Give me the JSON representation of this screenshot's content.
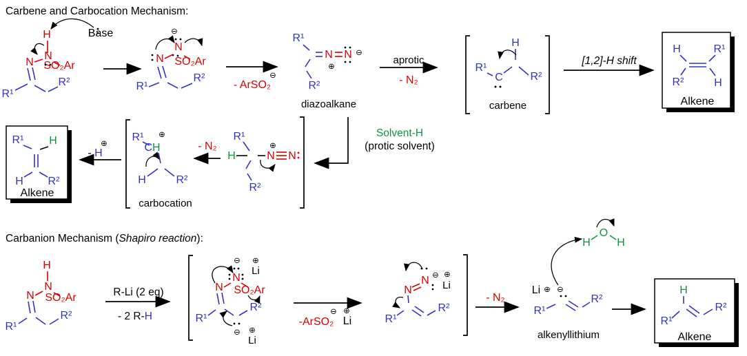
{
  "colors": {
    "red": "#db0000",
    "blue": "#3232c8",
    "green": "#0f9343",
    "black": "#000000"
  },
  "text": {
    "title_top": "Carbene and Carbocation Mechanism:",
    "title_b1": "Carbanion Mechanism (",
    "title_b2": "Shapiro reaction",
    "title_b3": "):",
    "base": "Base",
    "atom_h": "H",
    "atom_n": "N",
    "atom_c": "C",
    "atom_o": "O",
    "atom_li": "Li",
    "r1": "R¹",
    "r2": "R²",
    "so2ar": "SO₂Ar",
    "chg_minus": "⊖",
    "chg_plus": "⊕",
    "arrow_minus_arso2": "- ArSO₂",
    "aprotic": "aprotic",
    "minus_n2": "- N₂",
    "h_shift": "[1,2]-H shift",
    "alkene": "Alkene",
    "diazoalkane": "diazoalkane",
    "carbene": "carbene",
    "carbocation": "carbocation",
    "solvent_h": "Solvent-H",
    "protic_solvent": "(protic solvent)",
    "minus_h_a": "- ",
    "minus_h_b": "H",
    "rli": "R-Li (2 eq)",
    "minus_2rh_a": "- 2 R-",
    "minus_2rh_b": "H",
    "minus_arso2_li_a": "-ArSO₂",
    "minus_arso2_li_b": "Li",
    "alkenyllithium": "alkenyllithium"
  }
}
